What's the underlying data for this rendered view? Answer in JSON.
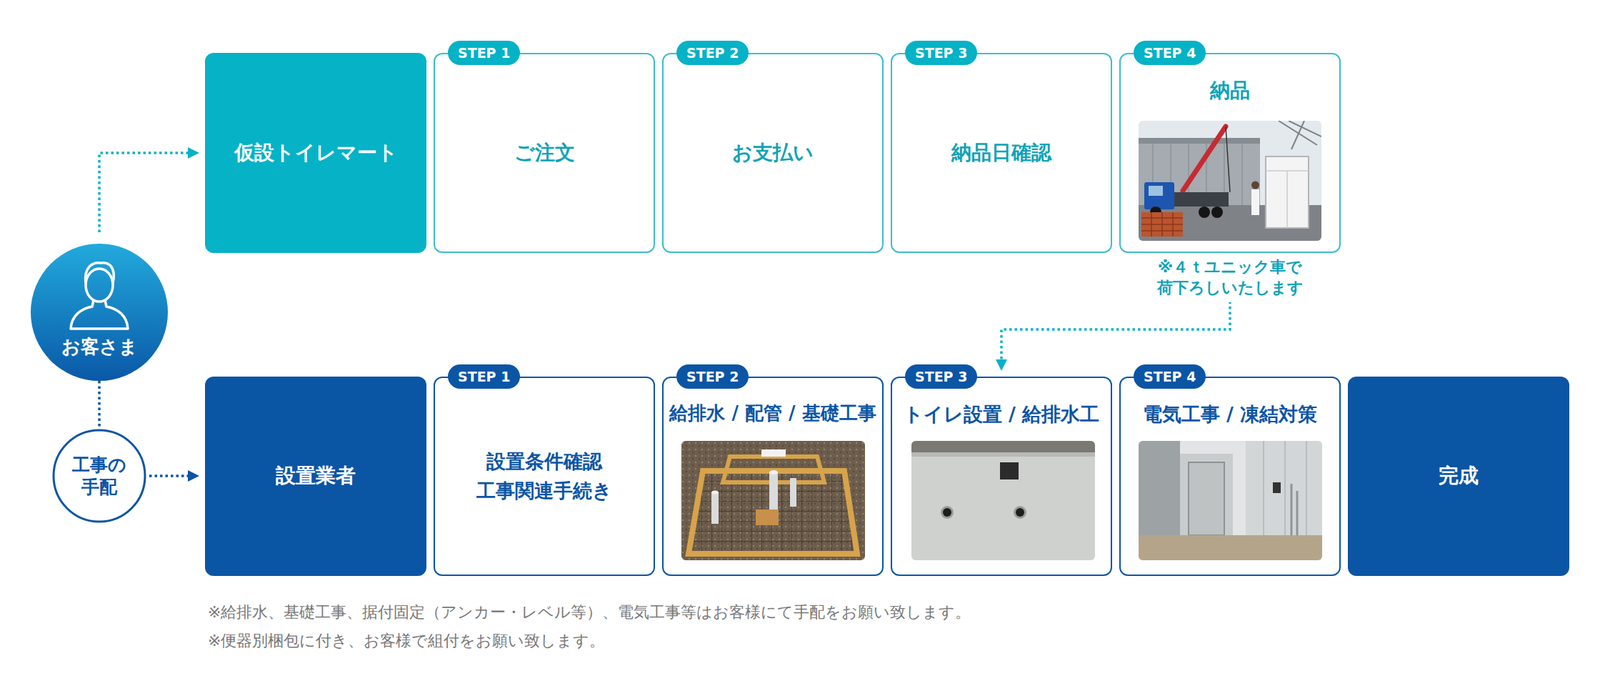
{
  "diagram": {
    "nodes": [
      {
        "text": [
          "お客さま"
        ]
      },
      {
        "text": [
          "仮設トイレマート"
        ]
      },
      {
        "text": [
          "ご注文"
        ]
      },
      {
        "text": [
          "STEP 1"
        ],
        "in": 2
      },
      {
        "text": [
          "お支払い"
        ]
      },
      {
        "text": [
          "STEP 2"
        ],
        "in": 4
      },
      {
        "text": [
          "納品日確認"
        ]
      },
      {
        "text": [
          "STEP 3"
        ],
        "in": 6
      },
      {
        "text": [
          "納品"
        ]
      },
      {
        "text": [
          "STEP 4"
        ],
        "in": 8
      },
      {
        "text": [
          "工事の 手配"
        ]
      },
      {
        "text": [
          "設置業者"
        ]
      },
      {
        "text": [
          "設置条件確認 工事関連手続き"
        ]
      },
      {
        "text": [
          "STEP 1"
        ],
        "in": 12
      },
      {
        "text": [
          "給排水 / 配管 / 基礎工事"
        ]
      },
      {
        "text": [
          "STEP 2"
        ],
        "in": 14
      },
      {
        "text": [
          "トイレ設置 / 給排水工"
        ]
      },
      {
        "text": [
          "STEP 3"
        ],
        "in": 16
      },
      {
        "text": [
          "電気工事 / 凍結対策"
        ]
      },
      {
        "text": [
          "STEP 4"
        ],
        "in": 18
      },
      {
        "text": [
          "完成"
        ]
      }
    ],
    "edges": [
      {
        "from": 0,
        "to": 1,
        "arrow": "to"
      },
      {
        "from": 0,
        "to": 10,
        "arrow": "none"
      },
      {
        "from": 10,
        "to": 11,
        "arrow": "to"
      },
      {
        "from": 8,
        "to": 16,
        "arrow": "to"
      }
    ],
    "labels": [
      "※４ｔユニック車で 荷下ろしいたします",
      "※給排水、基礎工事、据付固定（アンカー・レベル等）、電気工事等はお客様にて手配をお願い致します。",
      "※便器別梱包に付き、お客様で組付をお願い致します。"
    ]
  }
}
